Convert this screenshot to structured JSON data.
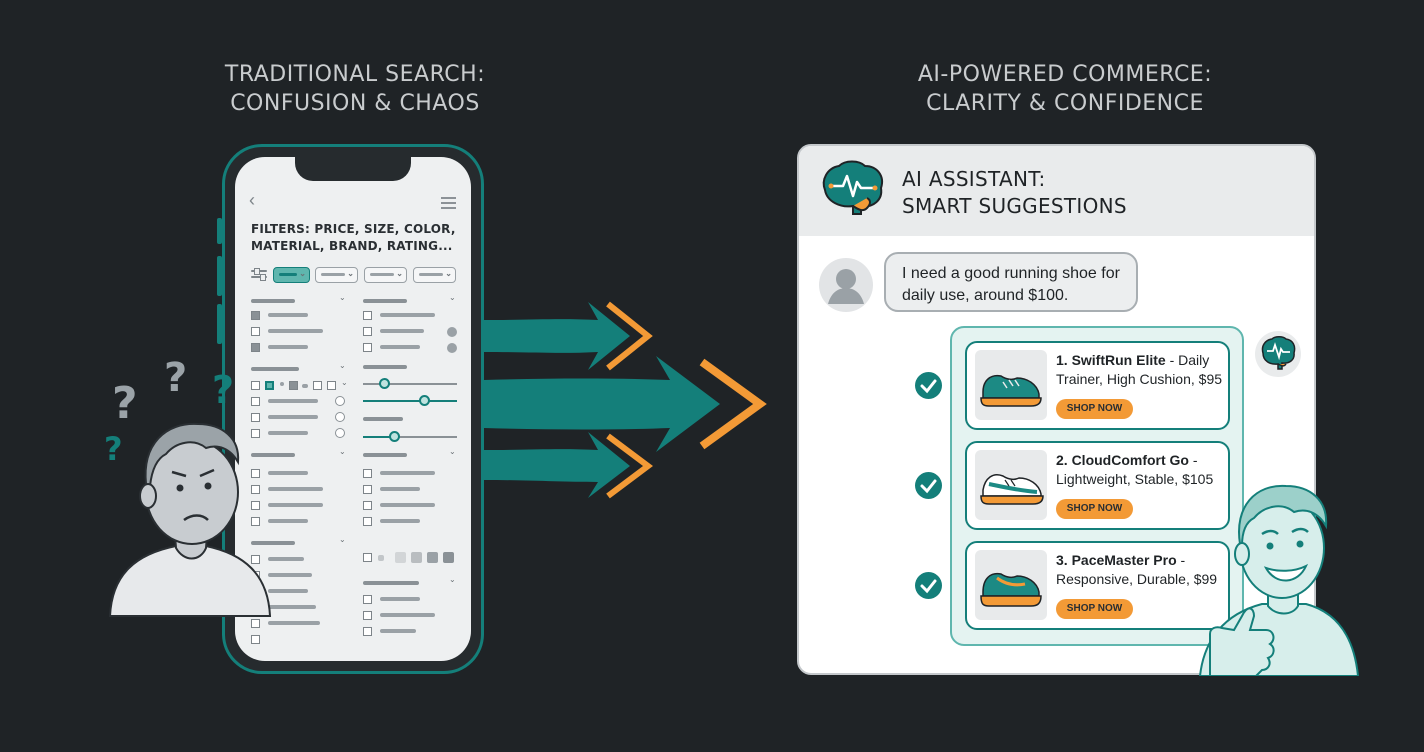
{
  "left_panel": {
    "heading_line1": "TRADITIONAL SEARCH:",
    "heading_line2": "CONFUSION & CHAOS",
    "filters_label": "FILTERS: PRICE, SIZE, COLOR, MATERIAL, BRAND, RATING..."
  },
  "right_panel": {
    "heading_line1": "AI-POWERED COMMERCE:",
    "heading_line2": "CLARITY & CONFIDENCE",
    "assistant_title_line1": "AI ASSISTANT:",
    "assistant_title_line2": "SMART SUGGESTIONS",
    "user_message": "I need a good running shoe for daily use, around $100.",
    "recommendations": [
      {
        "name": "1. SwiftRun Elite",
        "details": "- Daily Trainer, High Cushion, $95",
        "button": "SHOP NOW",
        "shoe_color": "#1c8a84"
      },
      {
        "name": "2. CloudComfort Go",
        "details": "- Lightweight, Stable, $105",
        "button": "SHOP NOW",
        "shoe_color": "#1c8a84"
      },
      {
        "name": "3. PaceMaster Pro",
        "details": "- Responsive, Durable, $99",
        "button": "SHOP NOW",
        "shoe_color": "#1c8a84"
      }
    ]
  },
  "colors": {
    "background": "#1f2326",
    "teal": "#147f7a",
    "orange": "#f39a36",
    "light_teal": "#5fb6ae"
  }
}
